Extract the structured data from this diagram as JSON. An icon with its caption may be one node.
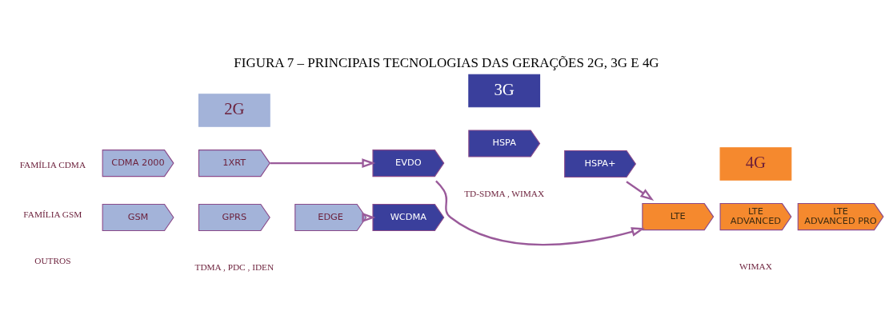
{
  "diagram": {
    "title": "FIGURA 7 – PRINCIPAIS TECNOLOGIAS DAS GERAÇÕES 2G, 3G E 4G",
    "nodes": [
      {
        "text": [
          "2G"
        ]
      },
      {
        "text": [
          "3G"
        ]
      },
      {
        "text": [
          "4G"
        ]
      },
      {
        "text": [
          "CDMA 2000"
        ]
      },
      {
        "text": [
          "1XRT"
        ]
      },
      {
        "text": [
          "EVDO"
        ]
      },
      {
        "text": [
          "GSM"
        ]
      },
      {
        "text": [
          "GPRS"
        ]
      },
      {
        "text": [
          "EDGE"
        ]
      },
      {
        "text": [
          "WCDMA"
        ]
      },
      {
        "text": [
          "HSPA"
        ]
      },
      {
        "text": [
          "HSPA+"
        ]
      },
      {
        "text": [
          "LTE"
        ]
      },
      {
        "text": [
          "LTE",
          "ADVANCED"
        ]
      },
      {
        "text": [
          "LTE",
          "ADVANCED PRO"
        ]
      }
    ],
    "edges": [
      {
        "from": 4,
        "to": 5,
        "arrow": "to"
      },
      {
        "from": 5,
        "to": 12,
        "arrow": "to"
      },
      {
        "from": 8,
        "to": 9,
        "arrow": "to"
      },
      {
        "from": 11,
        "to": 12,
        "arrow": "to"
      }
    ],
    "labels": [
      "FAMÍLIA CDMA",
      "FAMÍLIA GSM",
      "OUTROS",
      "TDMA , PDC , IDEN",
      "TD-SDMA , WIMAX",
      "WIMAX"
    ]
  }
}
